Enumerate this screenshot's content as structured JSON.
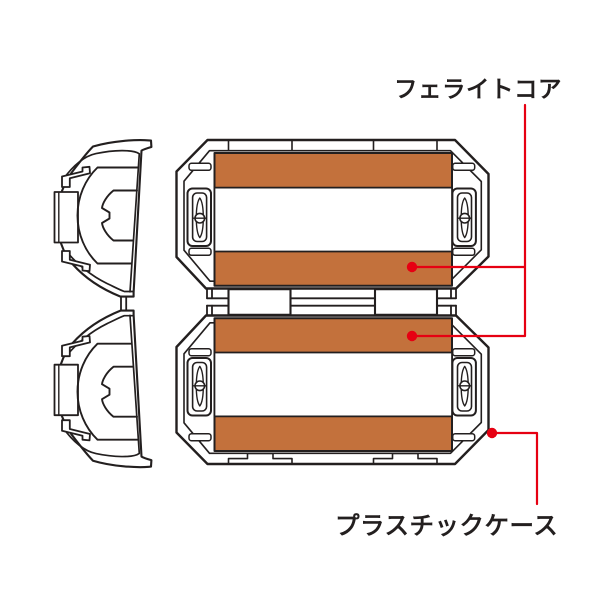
{
  "page": {
    "background": "#ffffff"
  },
  "colors": {
    "line": "#231f1f",
    "ferrite": "#c3713c",
    "annotation": "#e60012",
    "case_fill": "#ffffff"
  },
  "callouts": [
    {
      "label": "フェライトコア",
      "meaning": "ferrite core",
      "targets": [
        "lower core band of upper shell",
        "upper core band of lower shell"
      ]
    },
    {
      "label": "プラスチックケース",
      "meaning": "plastic case",
      "targets": [
        "bottom-right corner of lower shell"
      ]
    }
  ],
  "views": {
    "front": {
      "parts": [
        "upper shell half",
        "lower shell half",
        "two ferrite core bands per half",
        "cable channel",
        "left latch",
        "right latch",
        "center hinge with two knuckles"
      ]
    },
    "side": {
      "parts": [
        "upper half profile",
        "lower half profile",
        "hinge pin link",
        "latch hooks",
        "core half-ring",
        "cable groove key"
      ]
    }
  }
}
